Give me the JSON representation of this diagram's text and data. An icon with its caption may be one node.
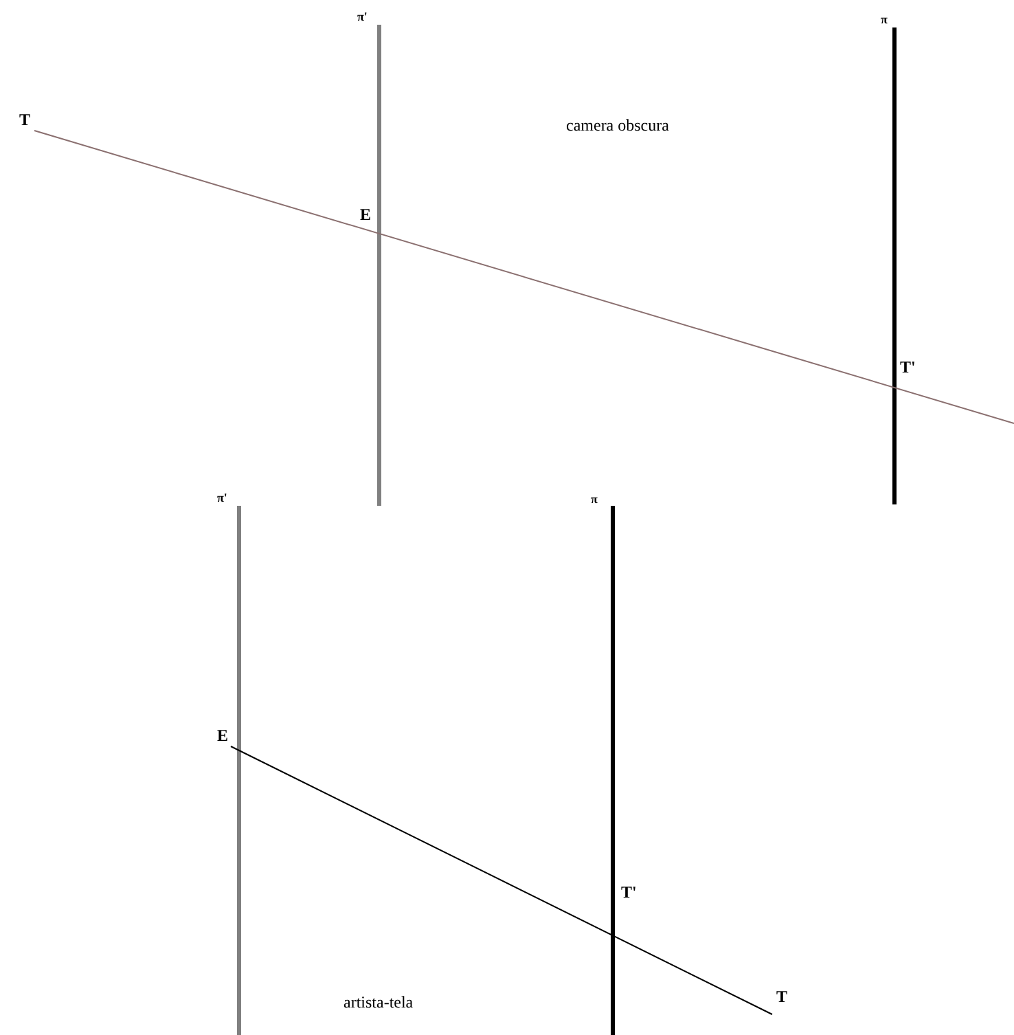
{
  "diagram": {
    "labels": [
      "π'",
      "π",
      "T",
      "camera obscura",
      "E",
      "T'",
      "π'",
      "π",
      "E",
      "T'",
      "artista-tela",
      "T"
    ]
  }
}
